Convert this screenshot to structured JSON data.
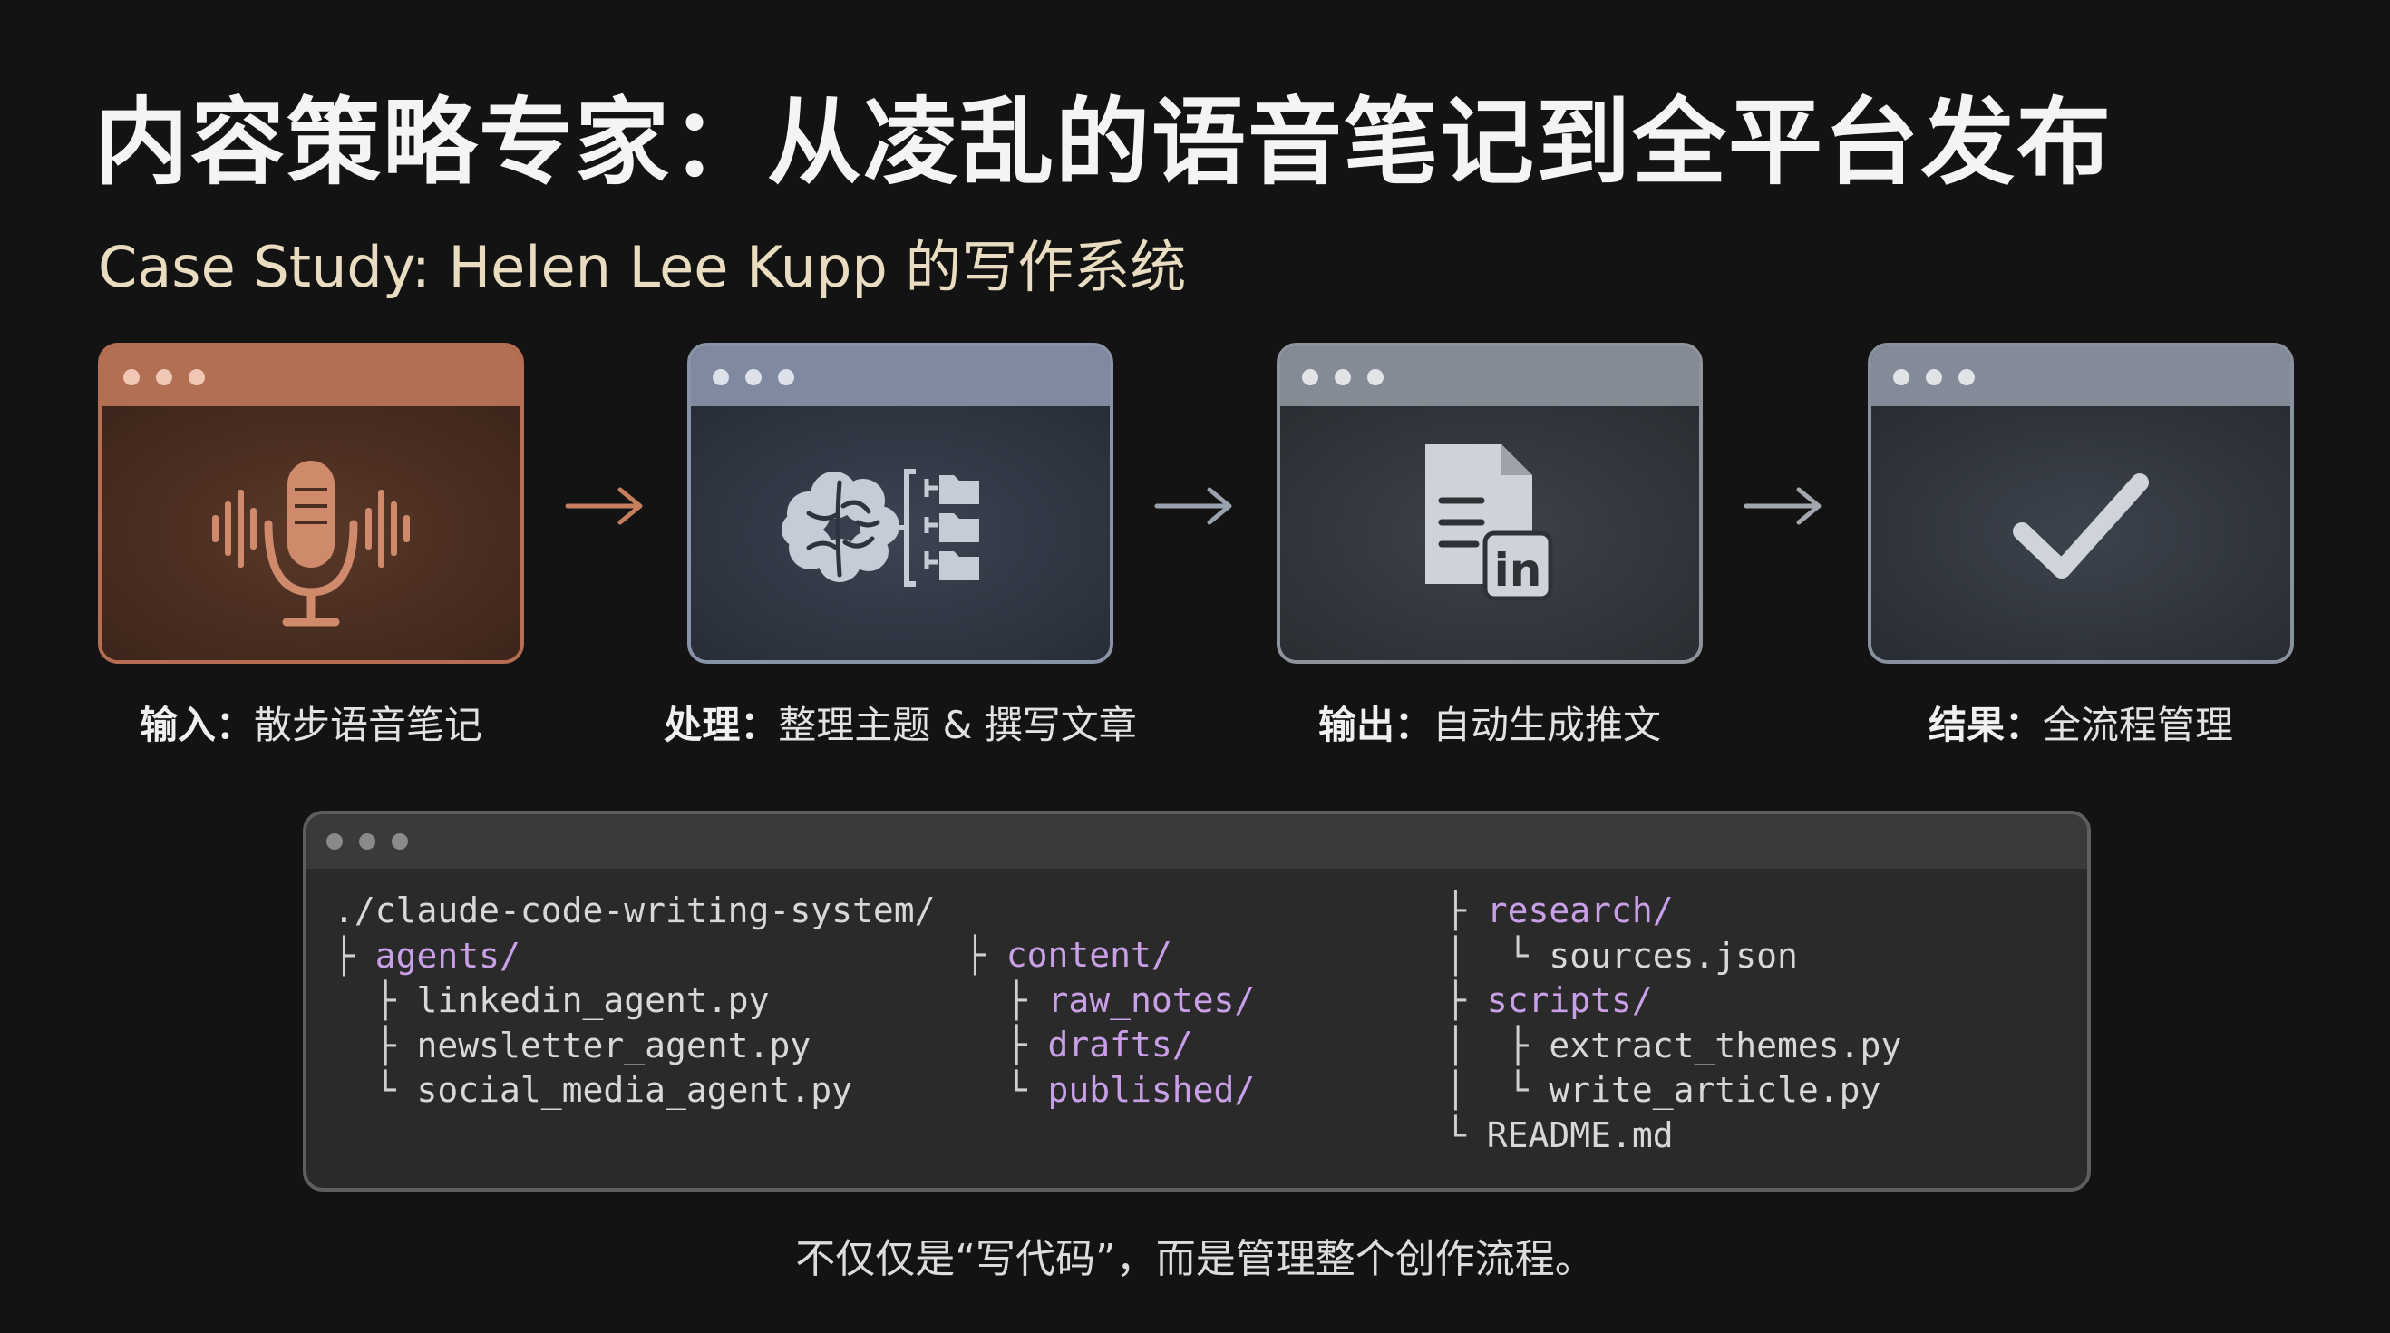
{
  "title": "内容策略专家：从凌乱的语音笔记到全平台发布",
  "subtitle": "Case Study: Helen Lee Kupp 的写作系统",
  "steps": [
    {
      "label": "输入：",
      "text": "散步语音笔记",
      "icon": "microphone-waveform-icon"
    },
    {
      "label": "处理：",
      "text": "整理主题 & 撰写文章",
      "icon": "brain-folders-icon"
    },
    {
      "label": "输出：",
      "text": "自动生成推文",
      "icon": "document-linkedin-icon"
    },
    {
      "label": "结果：",
      "text": "全流程管理",
      "icon": "checkmark-icon"
    }
  ],
  "terminal": {
    "col1": [
      {
        "glyph": "",
        "name": "./claude-code-writing-system/",
        "type": "root"
      },
      {
        "glyph": "├ ",
        "name": "agents/",
        "type": "dir"
      },
      {
        "glyph": "  ├ ",
        "name": "linkedin_agent.py",
        "type": "file"
      },
      {
        "glyph": "  ├ ",
        "name": "newsletter_agent.py",
        "type": "file"
      },
      {
        "glyph": "  └ ",
        "name": "social_media_agent.py",
        "type": "file"
      }
    ],
    "col2": [
      {
        "glyph": "├ ",
        "name": "content/",
        "type": "dir"
      },
      {
        "glyph": "  ├ ",
        "name": "raw_notes/",
        "type": "dir"
      },
      {
        "glyph": "  ├ ",
        "name": "drafts/",
        "type": "dir"
      },
      {
        "glyph": "  └ ",
        "name": "published/",
        "type": "dir"
      }
    ],
    "col3": [
      {
        "glyph": "├ ",
        "name": "research/",
        "type": "dir"
      },
      {
        "glyph": "│  └ ",
        "name": "sources.json",
        "type": "file"
      },
      {
        "glyph": "├ ",
        "name": "scripts/",
        "type": "dir"
      },
      {
        "glyph": "│  ├ ",
        "name": "extract_themes.py",
        "type": "file"
      },
      {
        "glyph": "│  └ ",
        "name": "write_article.py",
        "type": "file"
      },
      {
        "glyph": "└ ",
        "name": "README.md",
        "type": "file"
      }
    ]
  },
  "footer": "不仅仅是“写代码”，而是管理整个创作流程。",
  "colors": {
    "background": "#131313",
    "accent_orange": "#b36f52",
    "dir_purple": "#c9a0e8",
    "subtitle": "#e9dcc0"
  }
}
